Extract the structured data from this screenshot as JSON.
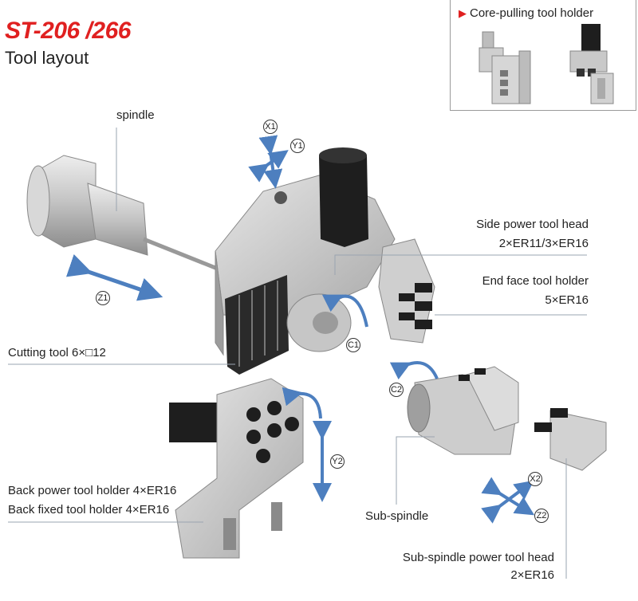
{
  "header": {
    "title": "ST-206 /266",
    "subtitle": "Tool layout"
  },
  "inset": {
    "title": "Core-pulling tool holder"
  },
  "labels": {
    "spindle": "spindle",
    "side_power_title": "Side power tool head",
    "side_power_spec": "2×ER11/3×ER16",
    "end_face_title": "End face tool holder",
    "end_face_spec": "5×ER16",
    "cutting_tool": "Cutting tool 6×□12",
    "back_power": "Back power tool holder 4×ER16",
    "back_fixed": "Back fixed tool holder 4×ER16",
    "sub_spindle": "Sub-spindle",
    "sub_power_title": "Sub-spindle power tool head",
    "sub_power_spec": "2×ER16"
  },
  "axes": {
    "x1": "X1",
    "y1": "Y1",
    "z1": "Z1",
    "c1": "C1",
    "c2": "C2",
    "y2": "Y2",
    "x2": "X2",
    "z2": "Z2"
  },
  "colors": {
    "title_red": "#e02020",
    "arrow_blue": "#4d7fbf",
    "machine_grey": "#c8c8c8",
    "motor_black": "#1e1e1e"
  }
}
